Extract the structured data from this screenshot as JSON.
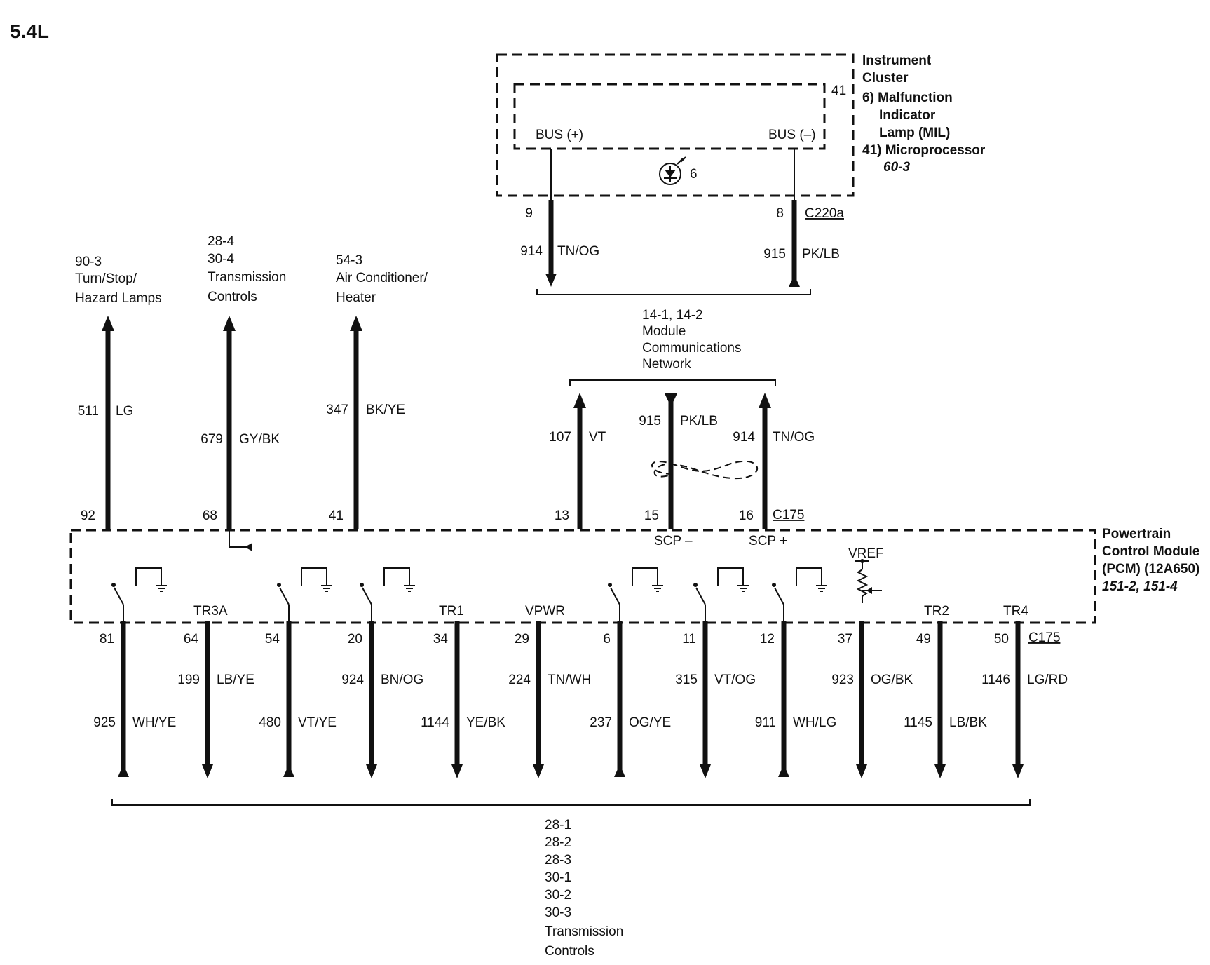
{
  "title": "5.4L",
  "instrument_cluster": {
    "lines": [
      "Instrument",
      "Cluster",
      "6) Malfunction",
      "Indicator",
      "Lamp (MIL)",
      "41) Microprocessor"
    ],
    "ref": "60-3",
    "inner_ref": "41",
    "bus_plus": "BUS (+)",
    "bus_minus": "BUS (–)",
    "lamp_ref": "6",
    "connector": "C220a"
  },
  "cluster_wires": [
    {
      "pin": "9",
      "circuit": "914",
      "color": "TN/OG"
    },
    {
      "pin": "8",
      "circuit": "915",
      "color": "PK/LB"
    }
  ],
  "network": {
    "lines": [
      "14-1, 14-2",
      "Module",
      "Communications",
      "Network"
    ]
  },
  "up_destinations": [
    {
      "lines": [
        "90-3",
        "Turn/Stop/",
        "Hazard Lamps"
      ]
    },
    {
      "lines": [
        "28-4",
        "30-4",
        "Transmission",
        "Controls"
      ]
    },
    {
      "lines": [
        "54-3",
        "Air Conditioner/",
        "Heater"
      ]
    }
  ],
  "top_wires": [
    {
      "pin": "92",
      "circuit": "511",
      "color": "LG"
    },
    {
      "pin": "68",
      "circuit": "679",
      "color": "GY/BK"
    },
    {
      "pin": "41",
      "circuit": "347",
      "color": "BK/YE"
    },
    {
      "pin": "13",
      "circuit": "107",
      "color": "VT"
    },
    {
      "pin": "15",
      "circuit": "915",
      "color": "PK/LB"
    },
    {
      "pin": "16",
      "circuit": "914",
      "color": "TN/OG"
    }
  ],
  "top_connector": "C175",
  "scp_minus": "SCP –",
  "scp_plus": "SCP +",
  "pcm": {
    "lines": [
      "Powertrain",
      "Control Module",
      "(PCM) (12A650)"
    ],
    "ref": "151-2, 151-4",
    "vref": "VREF"
  },
  "bottom_labels": [
    {
      "text": "TR3A"
    },
    {
      "text": "TR1"
    },
    {
      "text": "VPWR"
    },
    {
      "text": "TR2"
    },
    {
      "text": "TR4"
    }
  ],
  "bottom_wires": [
    {
      "pin": "81",
      "circuit": "925",
      "color": "WH/YE"
    },
    {
      "pin": "64",
      "circuit": "199",
      "color": "LB/YE"
    },
    {
      "pin": "54",
      "circuit": "480",
      "color": "VT/YE"
    },
    {
      "pin": "20",
      "circuit": "924",
      "color": "BN/OG"
    },
    {
      "pin": "34",
      "circuit": "1144",
      "color": "YE/BK"
    },
    {
      "pin": "29",
      "circuit": "224",
      "color": "TN/WH"
    },
    {
      "pin": "6",
      "circuit": "237",
      "color": "OG/YE"
    },
    {
      "pin": "11",
      "circuit": "315",
      "color": "VT/OG"
    },
    {
      "pin": "12",
      "circuit": "911",
      "color": "WH/LG"
    },
    {
      "pin": "37",
      "circuit": "923",
      "color": "OG/BK"
    },
    {
      "pin": "49",
      "circuit": "1145",
      "color": "LB/BK"
    },
    {
      "pin": "50",
      "circuit": "1146",
      "color": "LG/RD"
    }
  ],
  "bottom_connector": "C175",
  "bottom_destination": {
    "lines": [
      "28-1",
      "28-2",
      "28-3",
      "30-1",
      "30-2",
      "30-3",
      "Transmission",
      "Controls"
    ]
  }
}
